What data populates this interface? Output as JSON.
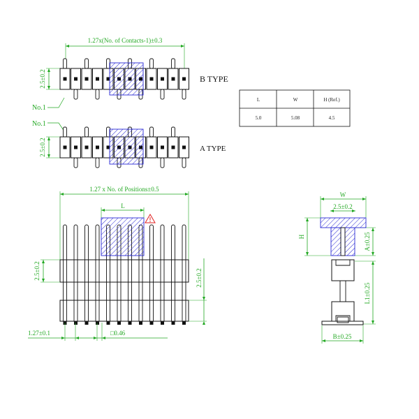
{
  "colors": {
    "outline": "#111111",
    "dimension": "#22a822",
    "hatch": "#2b2bd4",
    "warning": "#e02020"
  },
  "labels": {
    "b_type": "B TYPE",
    "a_type": "A TYPE",
    "no1_b": "No.1",
    "no1_a": "No.1"
  },
  "dimensions": {
    "contacts_length": "1.27x(No. of Contacts-1)±0.3",
    "b_height": "2.5±0.2",
    "a_height": "2.5±0.2",
    "positions_length": "1.27 x No. of Positions±0.5",
    "l": "L",
    "side_left_height": "2.5±0.2",
    "side_right_height": "2.5±0.2",
    "pitch": "1.27±0.1",
    "pin_square": "□0.46",
    "w": "W",
    "cap_width": "2.5±0.2",
    "h": "H",
    "a_tol": "A±0.25",
    "l1_tol": "L1±0.25",
    "b_tol": "B±0.25"
  },
  "spec_table": {
    "headers": [
      "L",
      "W",
      "H (Ref.)"
    ],
    "rows": [
      [
        "5.0",
        "5.08",
        "4.5"
      ]
    ]
  },
  "pin_count": 12
}
